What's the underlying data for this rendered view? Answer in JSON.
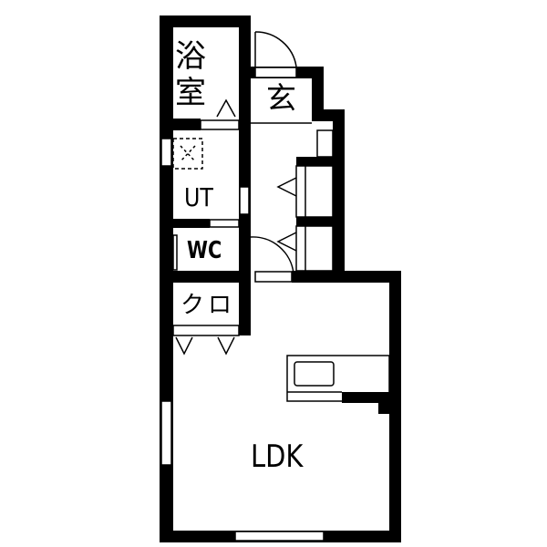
{
  "rooms": {
    "bath": "浴室",
    "bath_line1": "浴",
    "bath_line2": "室",
    "entrance": "玄",
    "utility": "UT",
    "toilet": "WC",
    "closet": "クロ",
    "ldk": "LDK"
  },
  "colors": {
    "wall": "#000000",
    "background": "#ffffff"
  }
}
